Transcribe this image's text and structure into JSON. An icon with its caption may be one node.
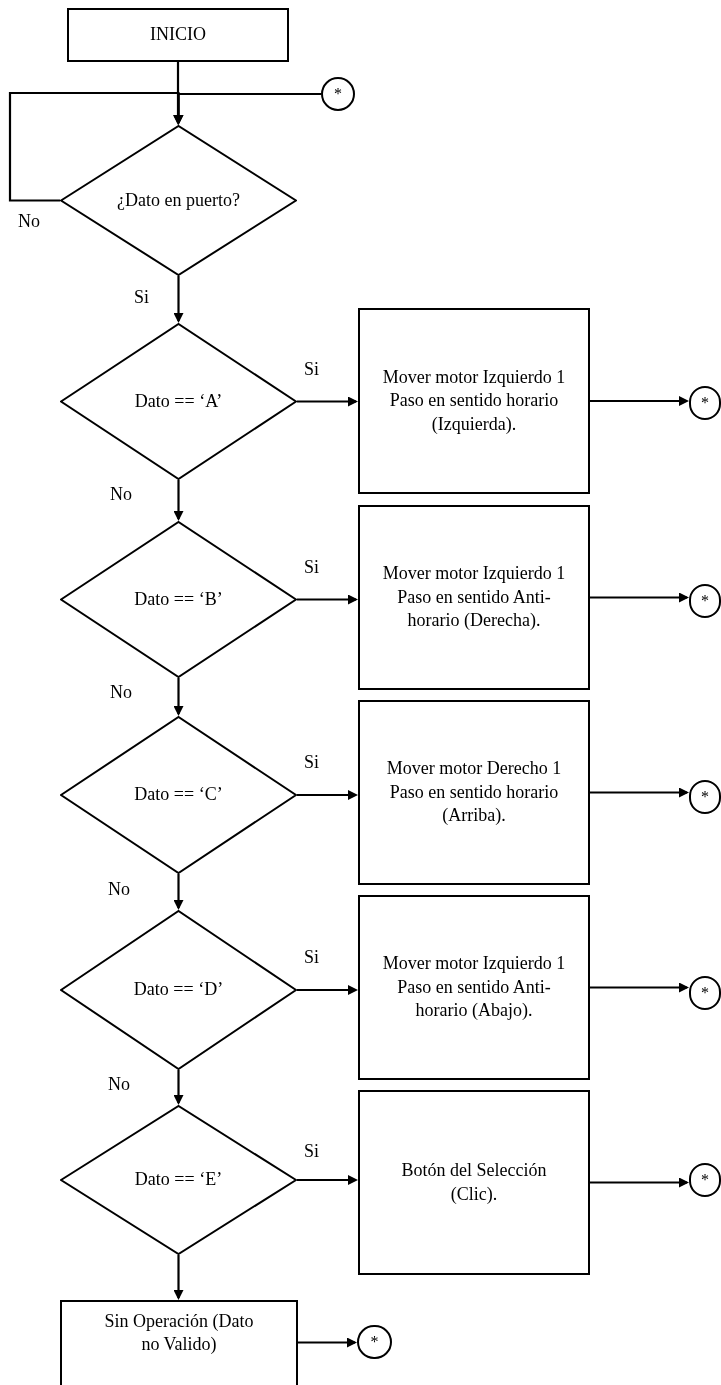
{
  "diagram": {
    "nodes": [
      {
        "text": [
          "INICIO"
        ]
      },
      {
        "text": [
          "*"
        ]
      },
      {
        "text": [
          "¿Dato en puerto?"
        ]
      },
      {
        "text": [
          "Dato == ‘A’"
        ]
      },
      {
        "text": [
          "Mover motor Izquierdo 1 Paso en sentido horario (Izquierda)."
        ]
      },
      {
        "text": [
          "*"
        ]
      },
      {
        "text": [
          "Dato == ‘B’"
        ]
      },
      {
        "text": [
          "Mover motor Izquierdo 1 Paso en sentido Anti-horario (Derecha)."
        ]
      },
      {
        "text": [
          "*"
        ]
      },
      {
        "text": [
          "Dato == ‘C’"
        ]
      },
      {
        "text": [
          "Mover motor Derecho 1 Paso en sentido horario (Arriba)."
        ]
      },
      {
        "text": [
          "*"
        ]
      },
      {
        "text": [
          "Dato == ‘D’"
        ]
      },
      {
        "text": [
          "Mover motor Izquierdo 1 Paso en sentido Anti-horario (Abajo)."
        ]
      },
      {
        "text": [
          "*"
        ]
      },
      {
        "text": [
          "Dato == ‘E’"
        ]
      },
      {
        "text": [
          "Botón del Selección (Clic)."
        ]
      },
      {
        "text": [
          "*"
        ]
      },
      {
        "text": [
          "Sin Operación (Dato no Valido)"
        ]
      },
      {
        "text": [
          "*"
        ]
      }
    ],
    "edges": [
      {
        "from": 0,
        "to": 2,
        "arrow": "to"
      },
      {
        "from": 2,
        "to": 2,
        "arrow": "to",
        "label": "No"
      },
      {
        "from": 1,
        "to": 2,
        "arrow": "to"
      },
      {
        "from": 2,
        "to": 3,
        "arrow": "to",
        "label": "Si"
      },
      {
        "from": 3,
        "to": 4,
        "arrow": "to",
        "label": "Si"
      },
      {
        "from": 4,
        "to": 5,
        "arrow": "to"
      },
      {
        "from": 3,
        "to": 6,
        "arrow": "to",
        "label": "No"
      },
      {
        "from": 6,
        "to": 7,
        "arrow": "to",
        "label": "Si"
      },
      {
        "from": 7,
        "to": 8,
        "arrow": "to"
      },
      {
        "from": 6,
        "to": 9,
        "arrow": "to",
        "label": "No"
      },
      {
        "from": 9,
        "to": 10,
        "arrow": "to",
        "label": "Si"
      },
      {
        "from": 10,
        "to": 11,
        "arrow": "to"
      },
      {
        "from": 9,
        "to": 12,
        "arrow": "to",
        "label": "No"
      },
      {
        "from": 12,
        "to": 13,
        "arrow": "to",
        "label": "Si"
      },
      {
        "from": 13,
        "to": 14,
        "arrow": "to"
      },
      {
        "from": 12,
        "to": 15,
        "arrow": "to",
        "label": "No"
      },
      {
        "from": 15,
        "to": 16,
        "arrow": "to",
        "label": "Si"
      },
      {
        "from": 16,
        "to": 17,
        "arrow": "to"
      },
      {
        "from": 15,
        "to": 18,
        "arrow": "to"
      },
      {
        "from": 18,
        "to": 19,
        "arrow": "to"
      }
    ]
  }
}
